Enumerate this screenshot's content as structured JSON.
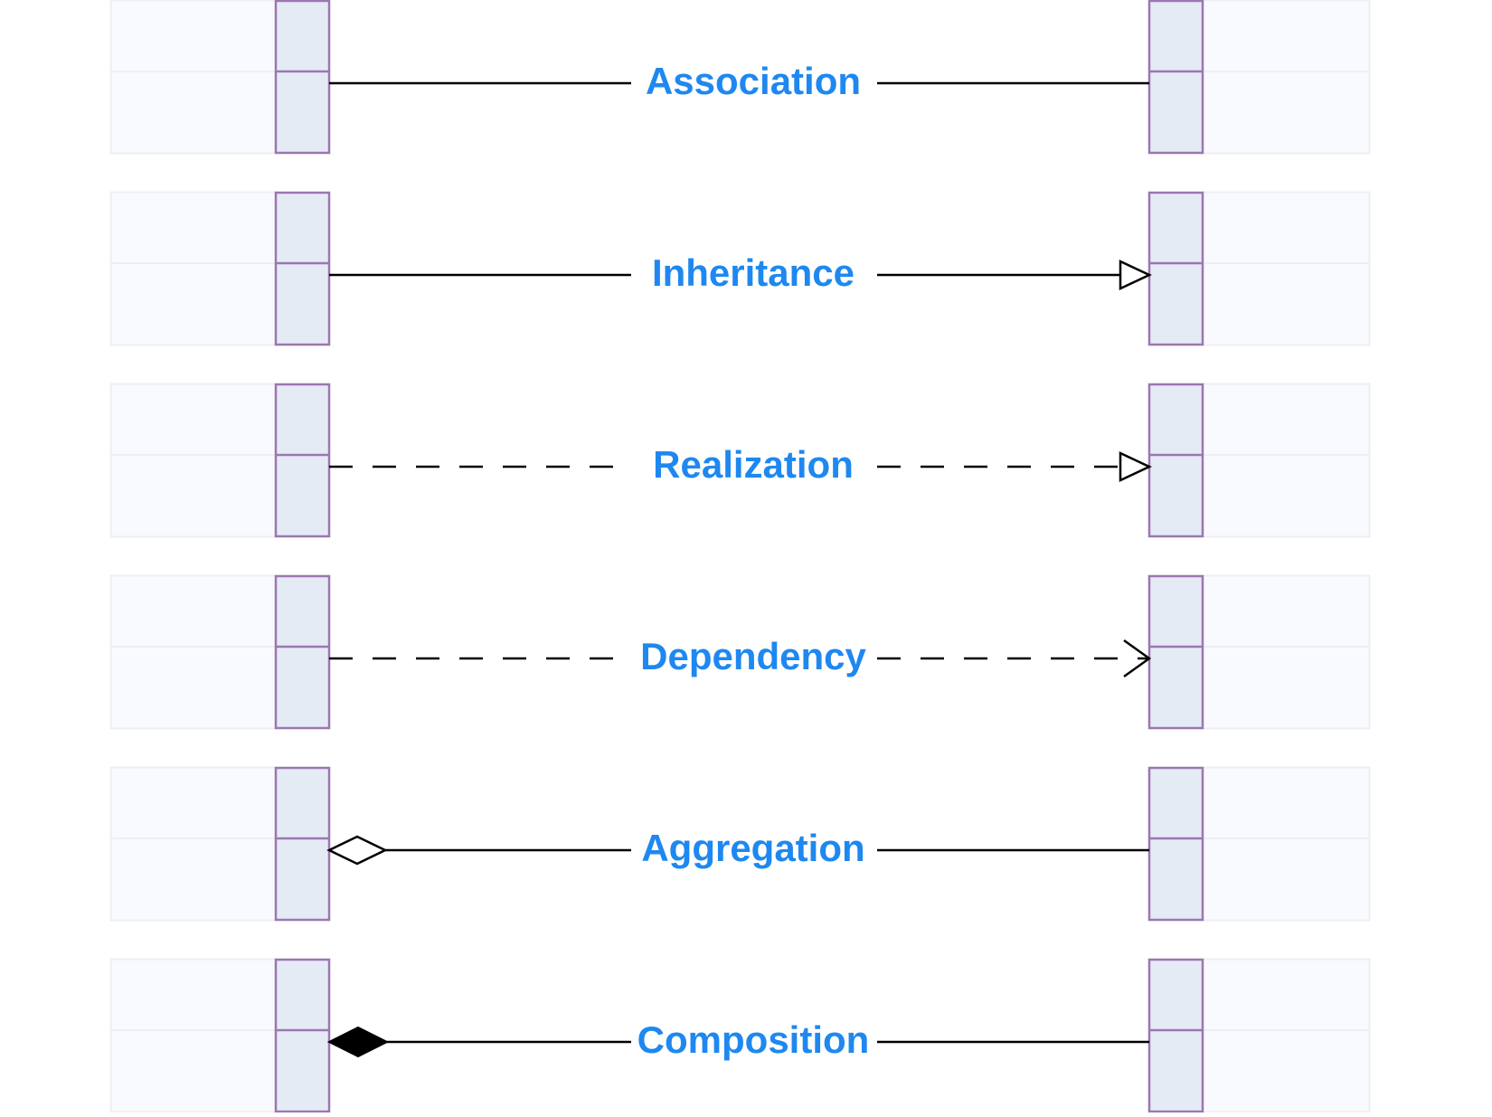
{
  "colors": {
    "label": "#1e88f0",
    "line": "#000000",
    "class_face": "#f8fafd",
    "class_face_border": "#eeeff2",
    "compartment_fill": "#e5ebf5",
    "compartment_border": "#9b77b0",
    "background": "#ffffff"
  },
  "relationships": [
    {
      "id": "association",
      "label": "Association",
      "line_style": "solid",
      "source_end": "none",
      "target_end": "none"
    },
    {
      "id": "inheritance",
      "label": "Inheritance",
      "line_style": "solid",
      "source_end": "none",
      "target_end": "hollow-triangle"
    },
    {
      "id": "realization",
      "label": "Realization",
      "line_style": "dashed",
      "source_end": "none",
      "target_end": "hollow-triangle"
    },
    {
      "id": "dependency",
      "label": "Dependency",
      "line_style": "dashed",
      "source_end": "none",
      "target_end": "open-arrow"
    },
    {
      "id": "aggregation",
      "label": "Aggregation",
      "line_style": "solid",
      "source_end": "hollow-diamond",
      "target_end": "none"
    },
    {
      "id": "composition",
      "label": "Composition",
      "line_style": "solid",
      "source_end": "filled-diamond",
      "target_end": "none"
    }
  ]
}
